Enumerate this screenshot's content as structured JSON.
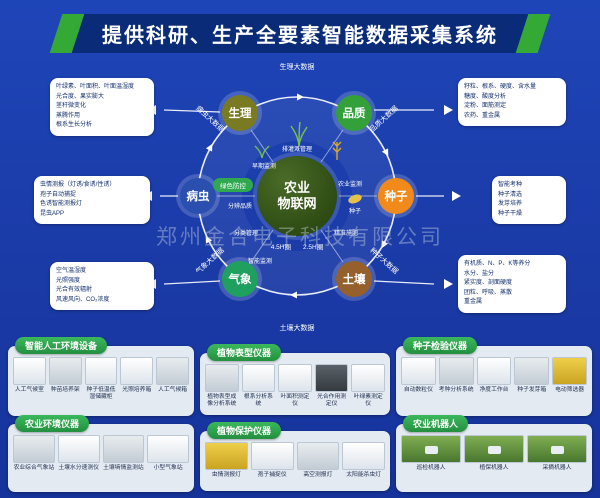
{
  "title": "提供科研、生产全要素智能数据采集系统",
  "watermark": "郑州金合电子科技有限公司",
  "colors": {
    "background": "#1a3aa6",
    "title_bar": "#0a2b78",
    "accent_green": "#35a936",
    "panel_tab_green": "#2fa84f"
  },
  "hub": {
    "title_line1": "农业",
    "title_line2": "物联网",
    "zone_left": "4.5H圈",
    "zone_right": "2.5H圈"
  },
  "nodes": [
    {
      "label": "生理",
      "color": "#7a7a22"
    },
    {
      "label": "品质",
      "color": "#33a03a"
    },
    {
      "label": "种子",
      "color": "#f28a1b"
    },
    {
      "label": "土壤",
      "color": "#96602c"
    },
    {
      "label": "气象",
      "color": "#1fa05f"
    },
    {
      "label": "病虫",
      "color": "#2b4fae"
    }
  ],
  "arc_labels": {
    "top": "生理大数据",
    "ne": "品质大数据",
    "se": "种子大数据",
    "bottom": "土壤大数据",
    "sw": "气象大数据",
    "nw": "病虫大数据"
  },
  "inner_labels": {
    "irrigation": "排灌溉管理",
    "early": "早期监测",
    "green_control": "绿色防控",
    "quality": "分辨品质",
    "classify": "分类管理",
    "monitor": "智能监测",
    "agri_monitor": "农业监测",
    "seed": "种子",
    "fertilize": "精准施肥"
  },
  "info_boxes": {
    "physiology": {
      "lines": [
        "叶绿素、叶面积、叶面温湿度",
        "光合度、果实膨大",
        "茎秆微变化",
        "蒸腾作用",
        "根系生长分析"
      ]
    },
    "pest": {
      "lines": [
        "虫情测报（灯诱/食诱/性诱）",
        "孢子自动捕捉",
        "色诱智能测报灯",
        "昆虫APP"
      ]
    },
    "weather": {
      "lines": [
        "空气温湿度",
        "光照强度",
        "光合有效辐射",
        "风速风向、CO₂浓度"
      ]
    },
    "quality": {
      "lines": [
        "籽粒、根系、硬度、含水量",
        "糖度、酸度分析",
        "淀粉、面筋测定",
        "农药、重金属"
      ]
    },
    "seed": {
      "lines": [
        "智能考种",
        "种子清选",
        "发芽培养",
        "种子干燥"
      ]
    },
    "soil": {
      "lines": [
        "有机质、N、P、K等养分",
        "水分、盐分",
        "紧实度、剖面硬度",
        "团粒、呼吸、蒸散",
        "重金属"
      ]
    }
  },
  "panels": [
    {
      "title": "智能人工环境设备",
      "items": [
        "人工气候室",
        "种苗培养架",
        "种子低温低湿储藏柜",
        "光照培养箱",
        "人工气候箱"
      ]
    },
    {
      "title": "植物表型仪器",
      "items": [
        "植物表型成像分析系统",
        "根系分析系统",
        "叶面积测定仪",
        "光合作用测定仪",
        "叶绿素测定仪"
      ]
    },
    {
      "title": "种子检验仪器",
      "items": [
        "自动数粒仪",
        "考种分析系统",
        "净度工作台",
        "种子发芽箱",
        "电动筛选器"
      ]
    },
    {
      "title": "农业环境仪器",
      "items": [
        "农业综合气象站",
        "土壤水分速测仪",
        "土壤墒情监测站",
        "小型气象站"
      ]
    },
    {
      "title": "植物保护仪器",
      "items": [
        "虫情测报灯",
        "孢子捕捉仪",
        "高空测报灯",
        "太阳能杀虫灯"
      ]
    },
    {
      "title": "农业机器人",
      "items": [
        "巡检机器人",
        "植保机器人",
        "采摘机器人"
      ]
    }
  ]
}
